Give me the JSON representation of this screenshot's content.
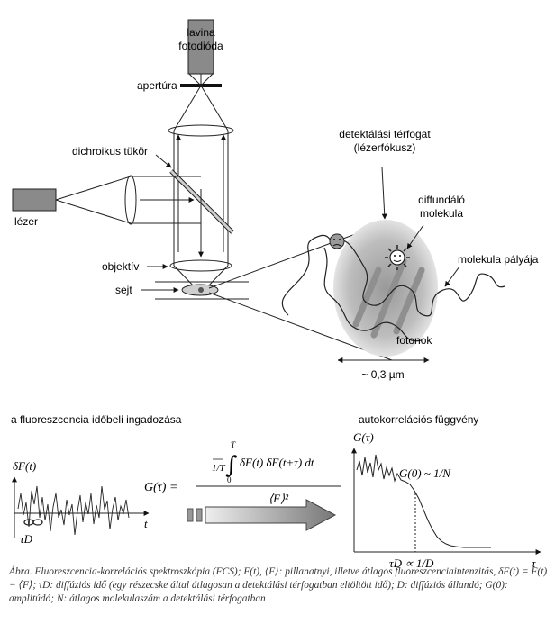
{
  "labels": {
    "photodiode": "lavina\nfotodióda",
    "aperture": "apertúra",
    "dichroic_mirror": "dichroikus tükör",
    "laser": "lézer",
    "objective": "objektív",
    "cell": "sejt",
    "detection_volume": "detektálási térfogat\n(lézerfókusz)",
    "diffusing_molecule": "diffundáló\nmolekula",
    "molecule_path": "molekula pályája",
    "photons": "fotonok",
    "size": "~ 0,3 µm"
  },
  "panels": {
    "left_title": "a fluoreszcencia időbeli ingadozása",
    "right_title": "autokorrelációs függvény",
    "deltaF_axis": "δF(t)",
    "t_axis": "t",
    "tau_d": "τD",
    "G_axis": "G(τ)",
    "G0_label": "G(0) ~ 1/N",
    "tau_axis": "τ",
    "tau_d_prop": "τD ∝ 1/D"
  },
  "formula": {
    "lhs": "G(τ) =",
    "frac_prefix": "1/T",
    "integral_upper": "T",
    "integral_lower": "0",
    "numerator": "δF(t) δF(t+τ) dt",
    "denominator": "⟨F⟩²"
  },
  "caption": "Ábra. Fluoreszcencia-korrelációs spektroszkópia (FCS); F(t), ⟨F⟩: pillanatnyi, illetve átlagos fluoreszcenciaintenzitás, δF(t) = F(t) − ⟨F⟩; τD: diffúziós idő (egy részecske által átlagosan a detektálási térfogatban eltöltött idő); D: diffúziós állandó; G(0): amplitúdó; N: átlagos molekulaszám a detektálási térfogatban"
}
